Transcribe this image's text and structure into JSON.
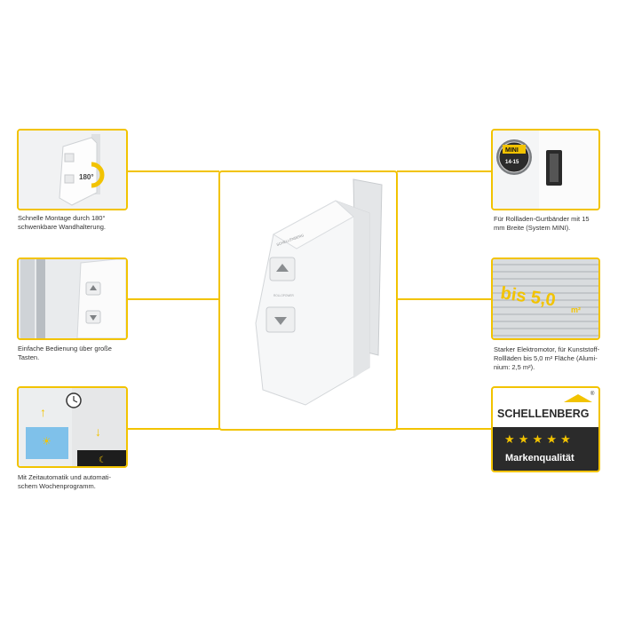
{
  "captions": {
    "mount": "Schnelle Montage durch 180°\nschwenkbare Wandhalterung.",
    "buttons": "Einfache Bedienung über große\nTasten.",
    "timer": "Mit Zeitautomatik und automati-\nschem Wochenprogramm.",
    "belt": "Für Rollladen-Gurtbänder mit 15\nmm Breite (System MINI).",
    "motor": "Starker Elektromotor, für Kunststoff-\nRollläden bis 5,0 m² Fläche (Alumi-\nnium: 2,5 m²)."
  },
  "badges": {
    "mount_angle": "180°",
    "mini_top": "MINI",
    "mini_bottom": "14-15",
    "area": "bis 5,0",
    "area_unit": "m²"
  },
  "device": {
    "brand": "SCHELLENBERG",
    "small_label": "ROLLOPOWER"
  },
  "brand_box": {
    "name": "SCHELLENBERG",
    "registered": "®",
    "stars": "★ ★ ★ ★ ★",
    "quality": "Markenqualität"
  },
  "colors": {
    "accent": "#f2c300",
    "brand_bg": "#2b2b2b"
  }
}
